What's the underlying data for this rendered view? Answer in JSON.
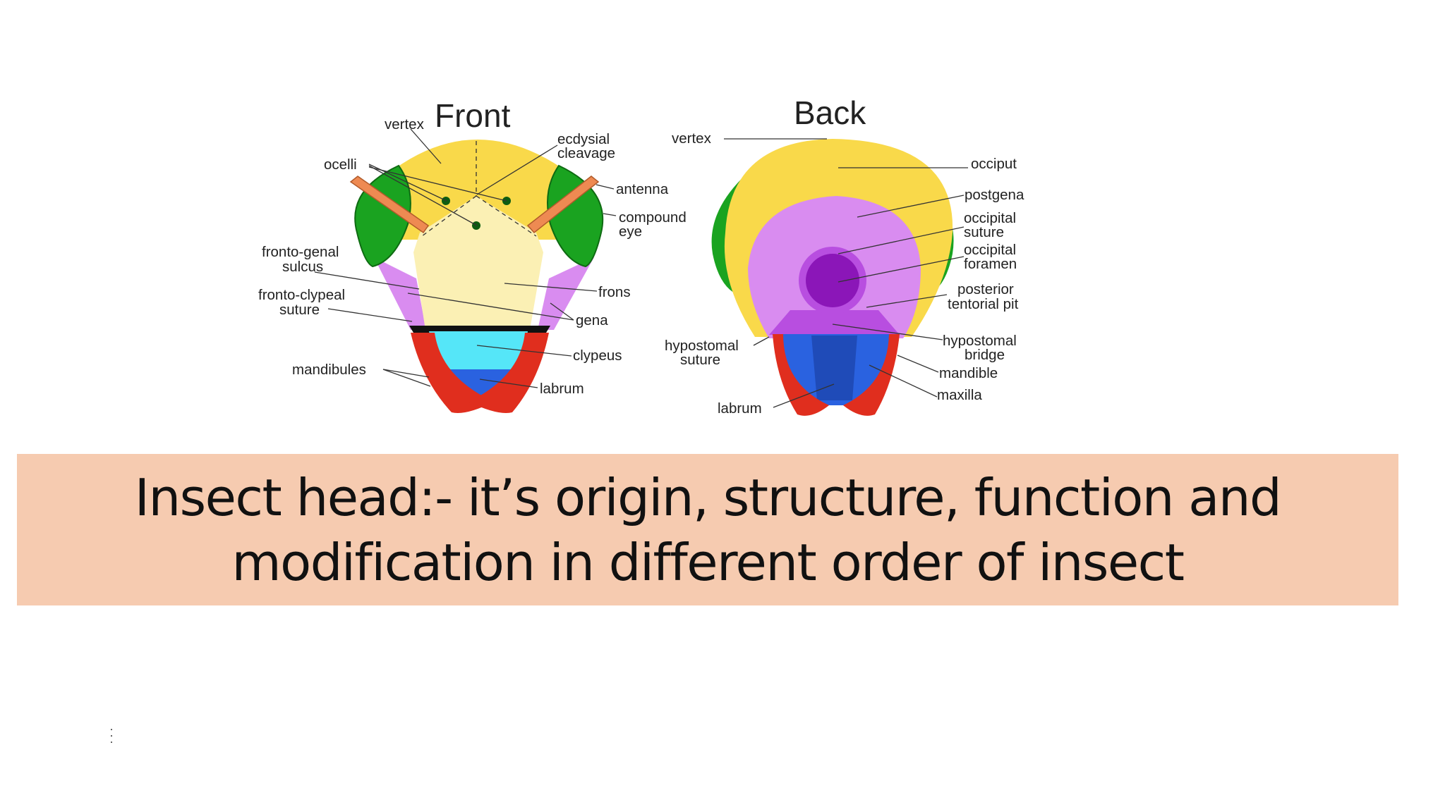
{
  "diagram": {
    "front": {
      "title": "Front",
      "labels": {
        "vertex": "vertex",
        "ocelli": "ocelli",
        "ecdysial_1": "ecdysial",
        "ecdysial_2": "cleavage",
        "antenna": "antenna",
        "compound_eye_1": "compound",
        "compound_eye_2": "eye",
        "fronto_genal_1": "fronto-genal",
        "fronto_genal_2": "sulcus",
        "fronto_clypeal_1": "fronto-clypeal",
        "fronto_clypeal_2": "suture",
        "frons": "frons",
        "gena": "gena",
        "clypeus": "clypeus",
        "mandibules": "mandibules",
        "labrum": "labrum"
      }
    },
    "back": {
      "title": "Back",
      "labels": {
        "vertex": "vertex",
        "occiput": "occiput",
        "postgena": "postgena",
        "occipital_suture_1": "occipital",
        "occipital_suture_2": "suture",
        "occipital_foramen_1": "occipital",
        "occipital_foramen_2": "foramen",
        "posterior_tentorial_1": "posterior",
        "posterior_tentorial_2": "tentorial pit",
        "hypostomal_suture_1": "hypostomal",
        "hypostomal_suture_2": "suture",
        "hypostomal_bridge_1": "hypostomal",
        "hypostomal_bridge_2": "bridge",
        "mandible": "mandible",
        "maxilla": "maxilla",
        "labrum": "labrum"
      }
    },
    "colors": {
      "vertex_yellow": "#f9d94a",
      "frons_cream": "#fbf0b4",
      "eye_green": "#1aa320",
      "gena_violet": "#d98cf0",
      "clypeus_cyan": "#55e6f8",
      "mandible_red": "#e02e1e",
      "labrum_blue": "#2a62e0",
      "antenna_orange": "#ee8a52",
      "foramen_purple": "#8b16b8"
    }
  },
  "slide": {
    "title_line1": "Insect head:- it’s origin, structure, function and",
    "title_line2": "modification in different order of insect",
    "band_color": "#f6cbb0"
  }
}
